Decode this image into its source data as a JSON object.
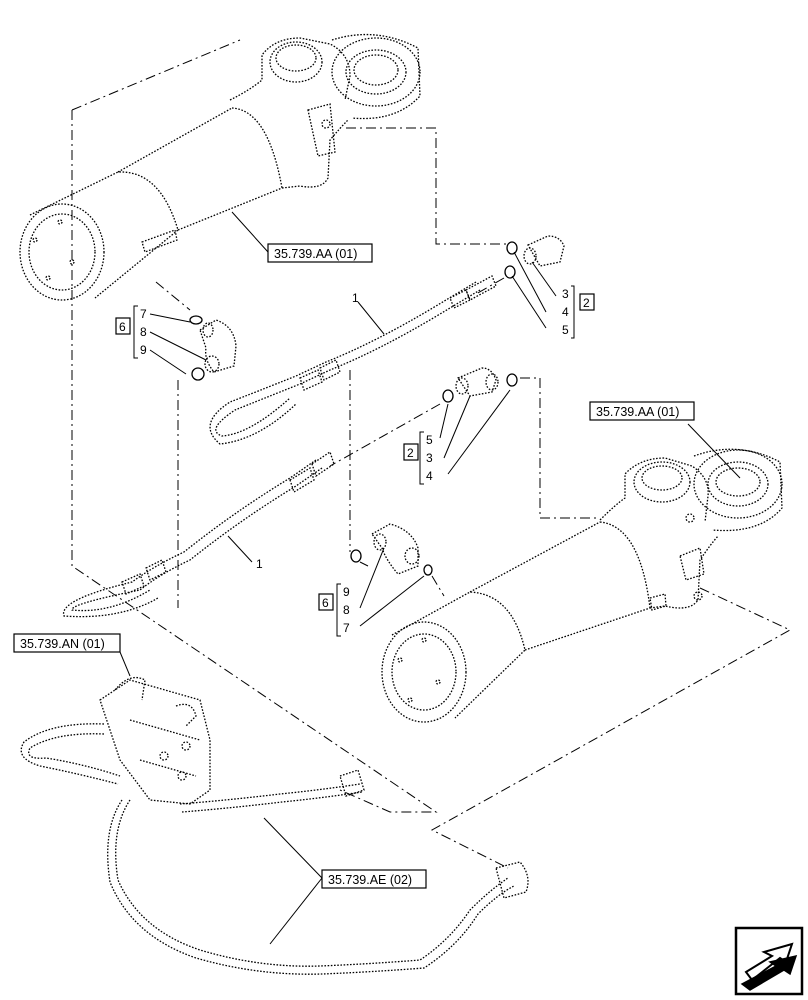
{
  "references": {
    "cyl_top": "35.739.AA (01)",
    "cyl_right": "35.739.AA (01)",
    "valve": "35.739.AN (01)",
    "hoses": "35.739.AE (02)"
  },
  "callouts": {
    "hose_top": "1",
    "hose_mid": "1",
    "fit_top_3": "3",
    "fit_top_4": "4",
    "fit_top_5": "5",
    "fit_top_kit": "2",
    "fit_mid_5": "5",
    "fit_mid_3": "3",
    "fit_mid_4": "4",
    "fit_mid_kit": "2",
    "elbow_top_7": "7",
    "elbow_top_8": "8",
    "elbow_top_9": "9",
    "elbow_top_kit": "6",
    "elbow_bot_9": "9",
    "elbow_bot_8": "8",
    "elbow_bot_7": "7",
    "elbow_bot_kit": "6"
  },
  "icons": {
    "corner": "page-turn-arrow-icon"
  }
}
